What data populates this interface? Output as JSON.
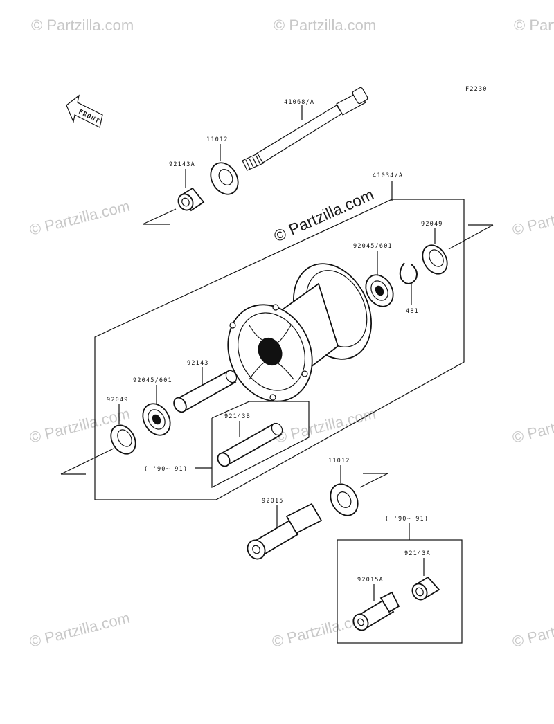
{
  "diagram": {
    "code": "F2230",
    "front_label": "FRONT",
    "watermark_main": "© Partzilla.com",
    "watermark_tile": "© Partzilla.com",
    "parts": {
      "axle": "41068/A",
      "bearing_seal_left": "11012",
      "collar_left": "92143A",
      "hub": "41034/A",
      "oil_seal_right": "92049",
      "bearing_right": "92045/601",
      "circlip": "481",
      "spacer": "92143",
      "bearing_left": "92045/601",
      "oil_seal_left": "92049",
      "spacer_alt": "92143B",
      "spacer_alt_note": "( '90~'91)",
      "bearing_seal_right": "11012",
      "collar_right": "92015",
      "collar_alt_note": "( '90~'91)",
      "collar_alt_small": "92143A",
      "collar_alt_large": "92015A"
    }
  }
}
